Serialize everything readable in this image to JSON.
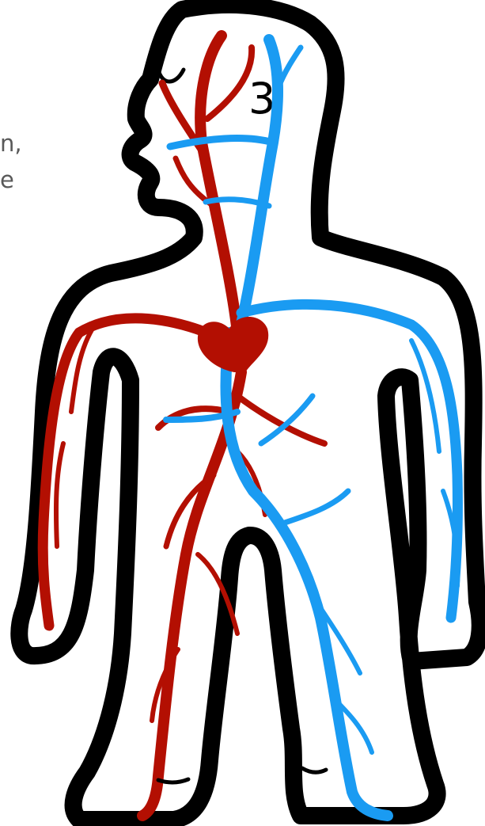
{
  "visible_text": {
    "line1": "n,",
    "line2": "e"
  },
  "illustration": {
    "face_mark": "3",
    "colors": {
      "outline": "#000000",
      "artery": "#b30f02",
      "vein": "#1a9bf2",
      "heart": "#b30f02",
      "text": "#595959"
    }
  }
}
